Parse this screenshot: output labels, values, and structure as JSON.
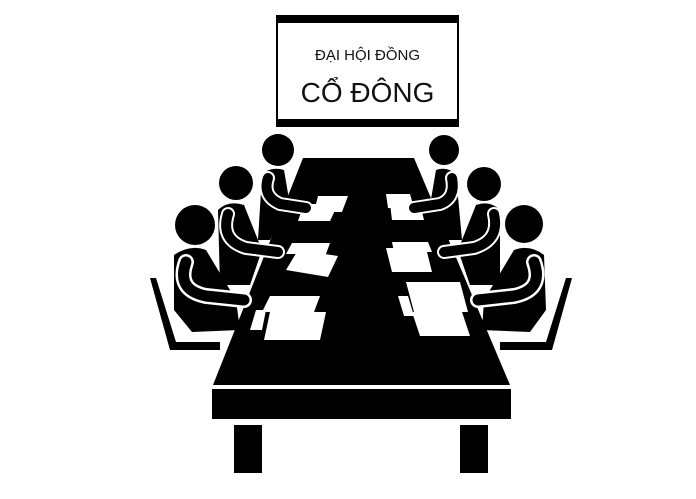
{
  "sign": {
    "line1": "ĐẠI HỘI ĐỒNG",
    "line2": "CỔ ĐÔNG"
  },
  "colors": {
    "ink": "#000000",
    "paper": "#ffffff",
    "background": "#ffffff"
  },
  "scene": {
    "description": "Meeting table with six seated figures (three per side) reviewing papers",
    "left_figures": 3,
    "right_figures": 3,
    "papers_per_side": 3
  }
}
